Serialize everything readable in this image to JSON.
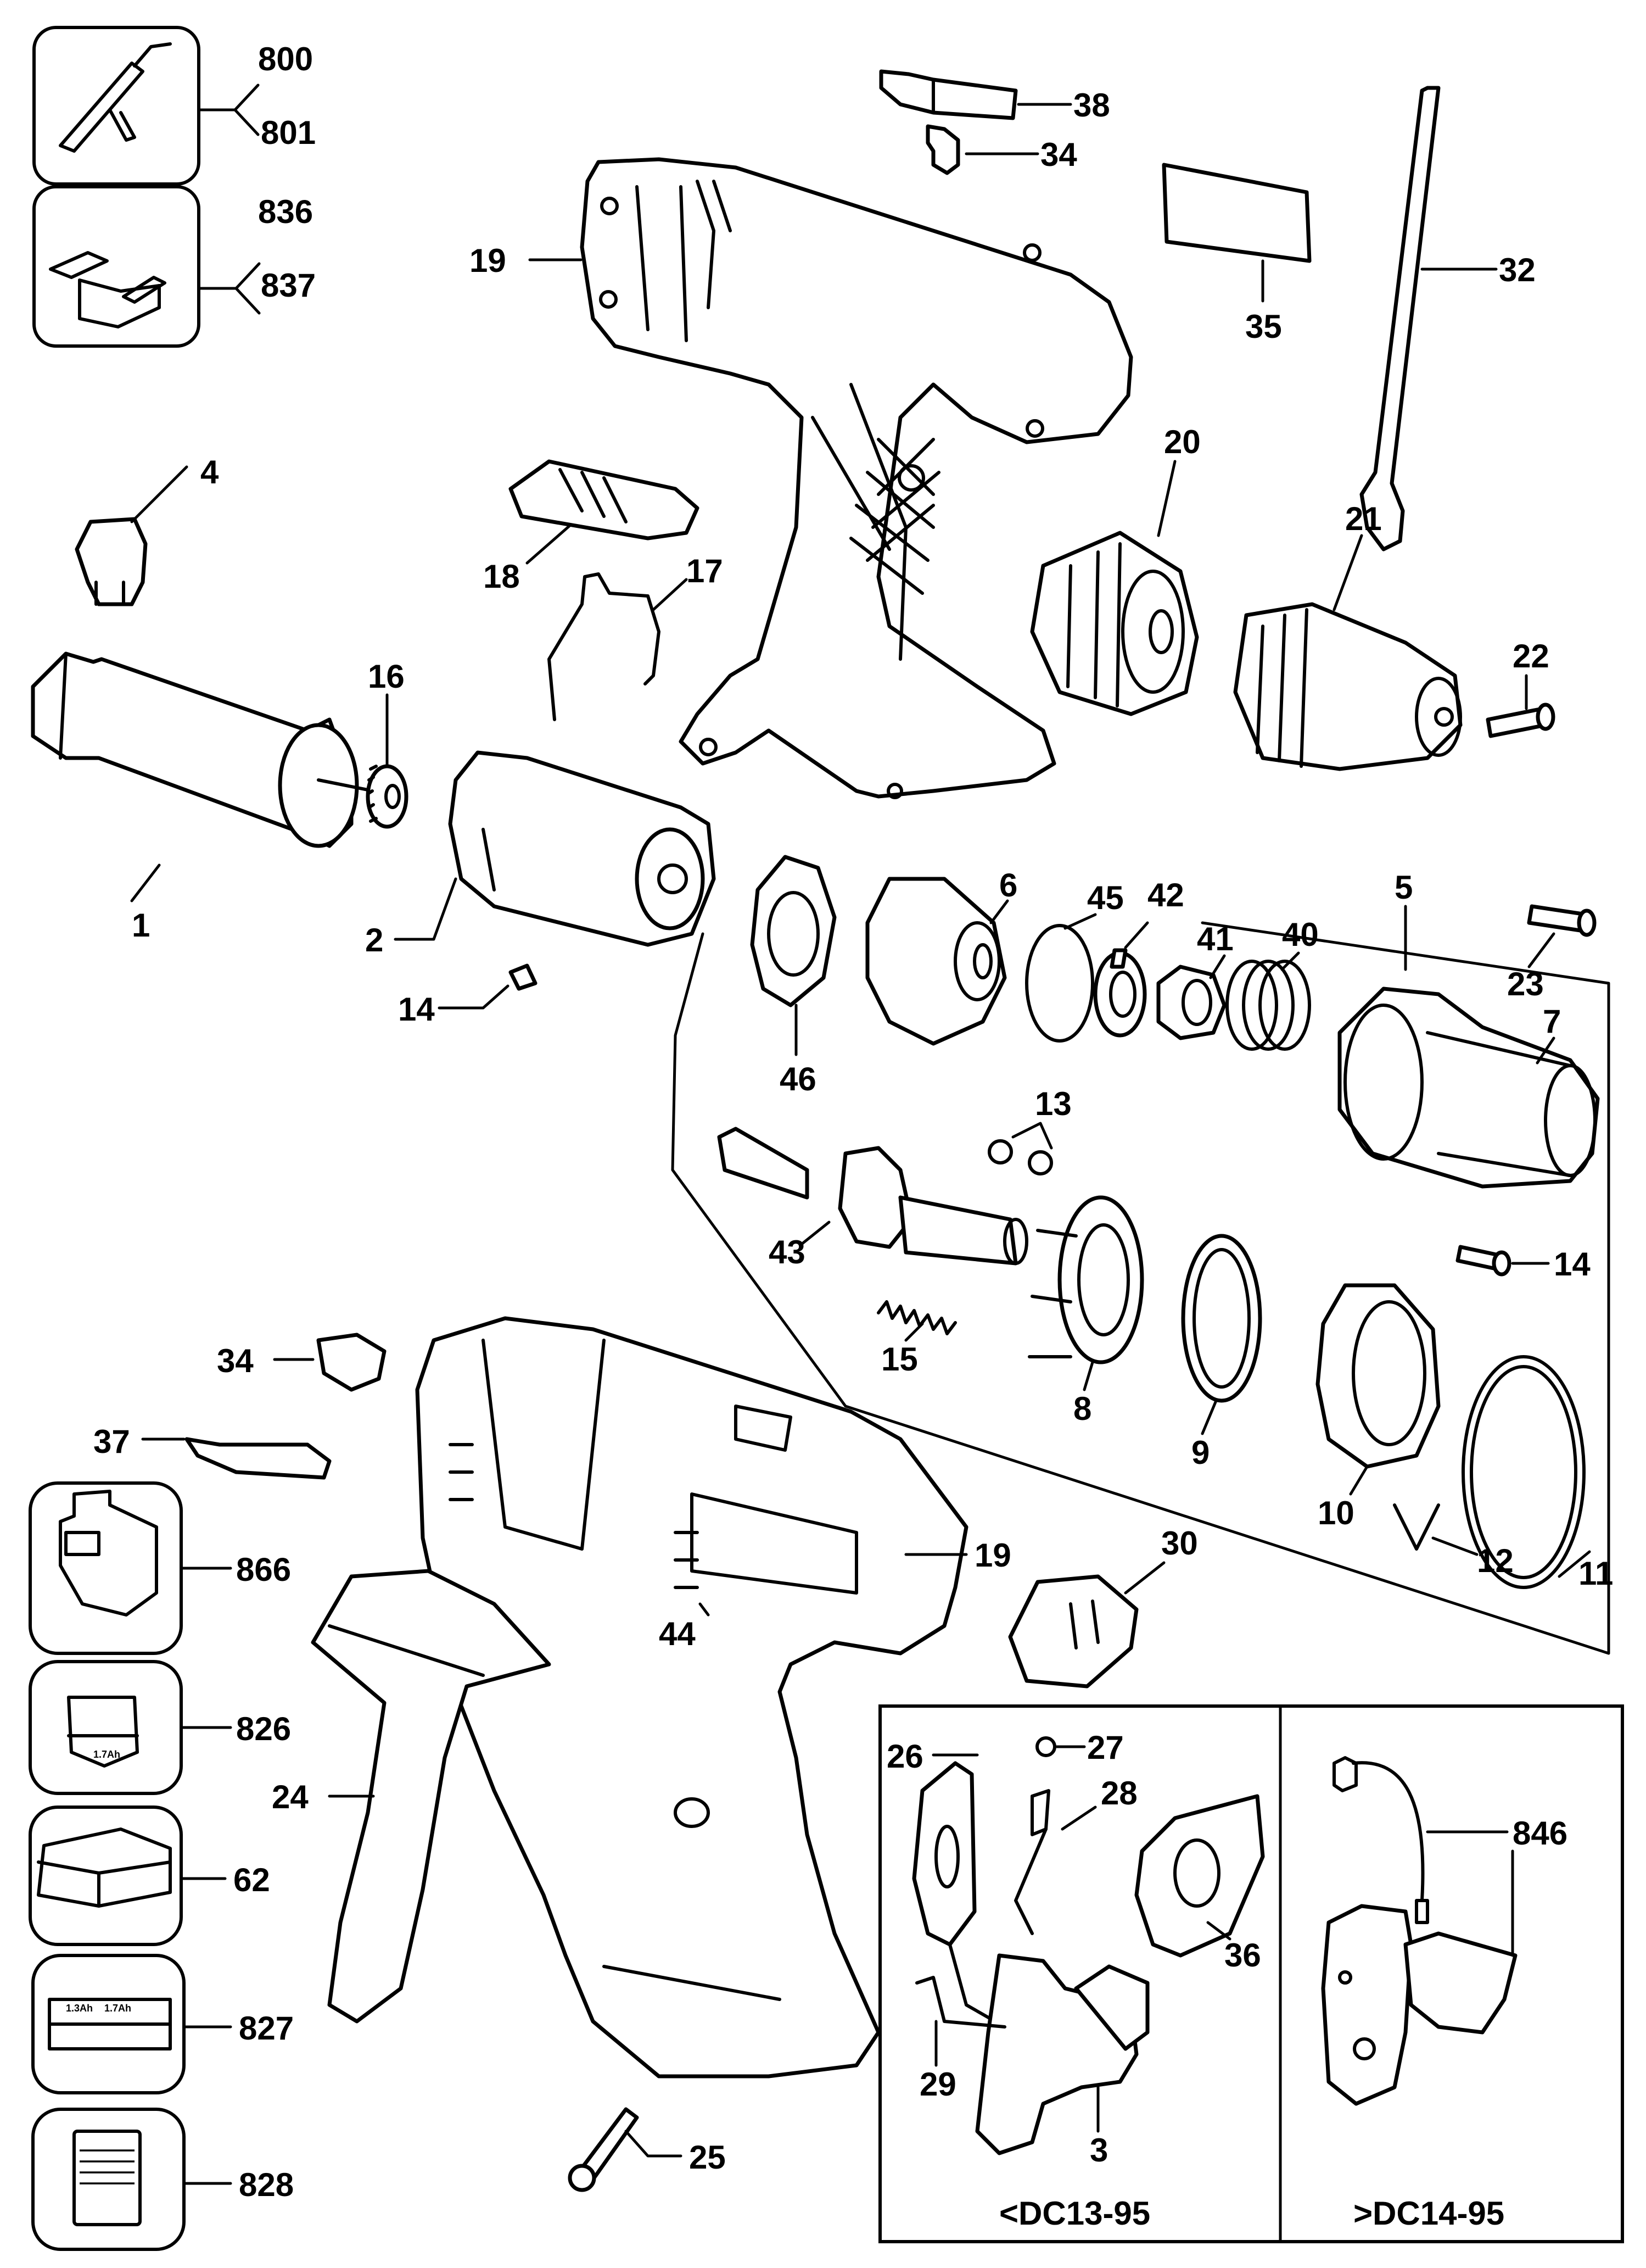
{
  "title": "Cordless drill exploded parts diagram",
  "labels": {
    "p800": "800",
    "p801": "801",
    "p836": "836",
    "p837": "837",
    "p38": "38",
    "p34a": "34",
    "p19a": "19",
    "p35": "35",
    "p32": "32",
    "p4": "4",
    "p18": "18",
    "p17": "17",
    "p16": "16",
    "p20": "20",
    "p21": "21",
    "p22": "22",
    "p1": "1",
    "p2": "2",
    "p14a": "14",
    "p6": "6",
    "p45": "45",
    "p42": "42",
    "p5": "5",
    "p23": "23",
    "p46": "46",
    "p41": "41",
    "p40": "40",
    "p13": "13",
    "p7": "7",
    "p43": "43",
    "p14b": "14",
    "p15": "15",
    "p8": "8",
    "p9": "9",
    "p10": "10",
    "p12": "12",
    "p11": "11",
    "p34b": "34",
    "p37": "37",
    "p866": "866",
    "p19b": "19",
    "p30": "30",
    "p44": "44",
    "p826": "826",
    "p24": "24",
    "p62": "62",
    "p827": "827",
    "p828": "828",
    "p25": "25",
    "p26": "26",
    "p27": "27",
    "p28": "28",
    "p36": "36",
    "p29": "29",
    "p3": "3",
    "p846": "846"
  },
  "inset": {
    "left_caption": "<DC13-95",
    "right_caption": ">DC14-95"
  },
  "battery_labels": {
    "label_826_capacity": "1.7Ah",
    "label_827_cap1": "1.3Ah",
    "label_827_cap2": "1.7Ah"
  },
  "accessory_boxes": [
    {
      "id": "800/801",
      "icon": "soldering-tool-icon"
    },
    {
      "id": "836/837",
      "icon": "tool-case-icon"
    },
    {
      "id": "866",
      "icon": "battery-pack-icon"
    },
    {
      "id": "826",
      "icon": "battery-label-icon"
    },
    {
      "id": "62",
      "icon": "charger-icon"
    },
    {
      "id": "827",
      "icon": "charger-label-icon"
    },
    {
      "id": "828",
      "icon": "rating-plate-icon"
    }
  ]
}
